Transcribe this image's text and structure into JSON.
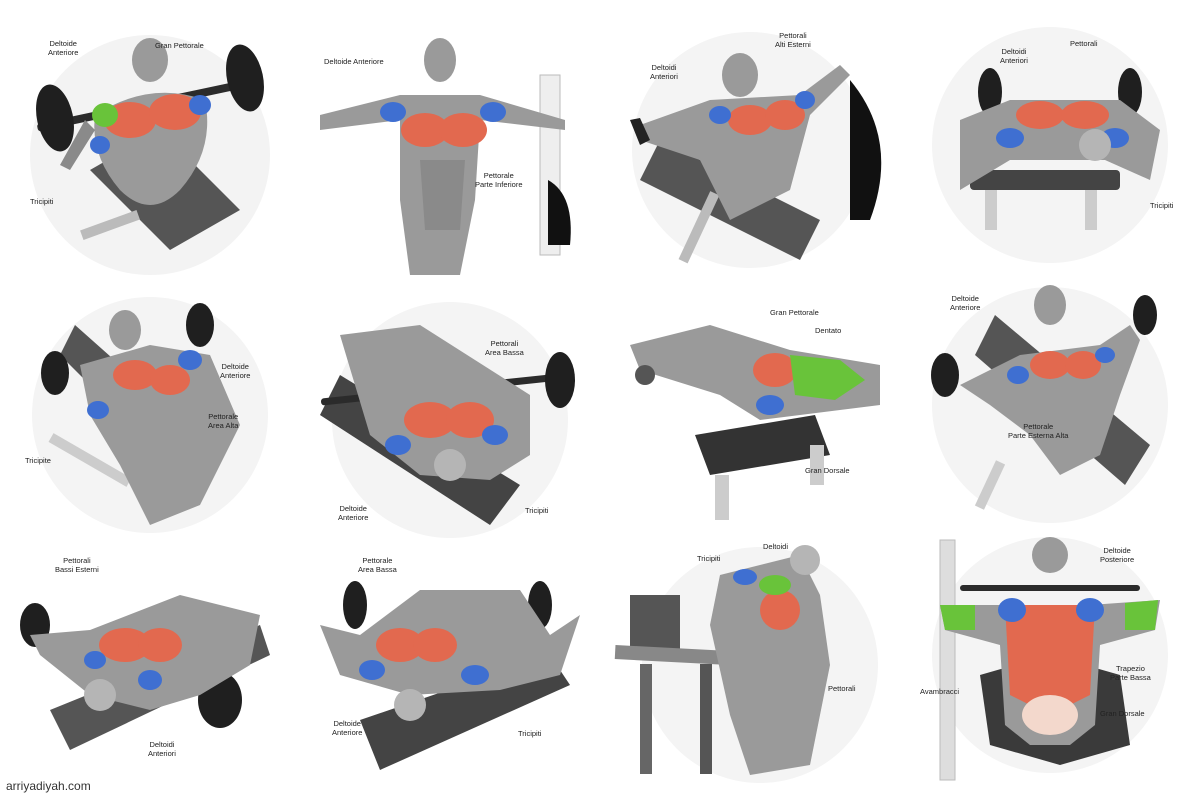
{
  "watermark": "arriyadiyah.com",
  "colors": {
    "chest": "#e2694f",
    "shoulder": "#3f6fd1",
    "green": "#69c33a",
    "body": "#9a9a9a",
    "body_dark": "#4a4a4a",
    "equipment": "#2b2b2b",
    "bench": "#555555"
  },
  "panels": [
    {
      "id": "p1",
      "labels": [
        "Deltoide\nAnteriore",
        "Gran Pettorale",
        "Tricipiti"
      ]
    },
    {
      "id": "p2",
      "labels": [
        "Deltoide Anteriore",
        "Pettorale\nParte Inferiore"
      ]
    },
    {
      "id": "p3",
      "labels": [
        "Deltoidi\nAnteriori",
        "Pettorali\nAlti Esterni"
      ]
    },
    {
      "id": "p4",
      "labels": [
        "Deltoidi\nAnteriori",
        "Pettorali",
        "Tricipiti"
      ]
    },
    {
      "id": "p5",
      "labels": [
        "Deltoide\nAnteriore",
        "Pettorale\nArea Alta",
        "Tricipite"
      ]
    },
    {
      "id": "p6",
      "labels": [
        "Pettorali\nArea Bassa",
        "Deltoide\nAnteriore",
        "Tricipiti"
      ]
    },
    {
      "id": "p7",
      "labels": [
        "Gran Pettorale",
        "Dentato",
        "Gran Dorsale"
      ]
    },
    {
      "id": "p8",
      "labels": [
        "Deltoide\nAnteriore",
        "Pettorale\nParte Esterna Alta"
      ]
    },
    {
      "id": "p9",
      "labels": [
        "Pettorali\nBassi Esterni",
        "Deltoidi\nAnteriori"
      ]
    },
    {
      "id": "p10",
      "labels": [
        "Pettorale\nArea Bassa",
        "Deltoide\nAnteriore",
        "Tricipiti"
      ]
    },
    {
      "id": "p11",
      "labels": [
        "Tricipiti",
        "Deltoidi",
        "Pettorali"
      ]
    },
    {
      "id": "p12",
      "labels": [
        "Deltoide\nPosteriore",
        "Avambracci",
        "Trapezio\nParte Bassa",
        "Gran Dorsale"
      ]
    }
  ]
}
